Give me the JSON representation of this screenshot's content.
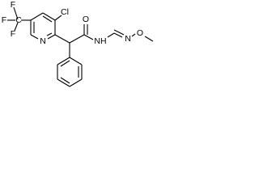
{
  "molecule": {
    "atoms": {
      "f_top": "F",
      "f_left": "F",
      "f_bottom": "F",
      "cf3_carbon": "C",
      "chlorine": "Cl",
      "pyridine_n": "N",
      "carbonyl_o": "O",
      "amide_nh": "NH",
      "oxime_n": "N",
      "oxime_o": "O"
    }
  },
  "colors": {
    "bond": "#000000",
    "text": "#000000",
    "background": "#ffffff"
  }
}
